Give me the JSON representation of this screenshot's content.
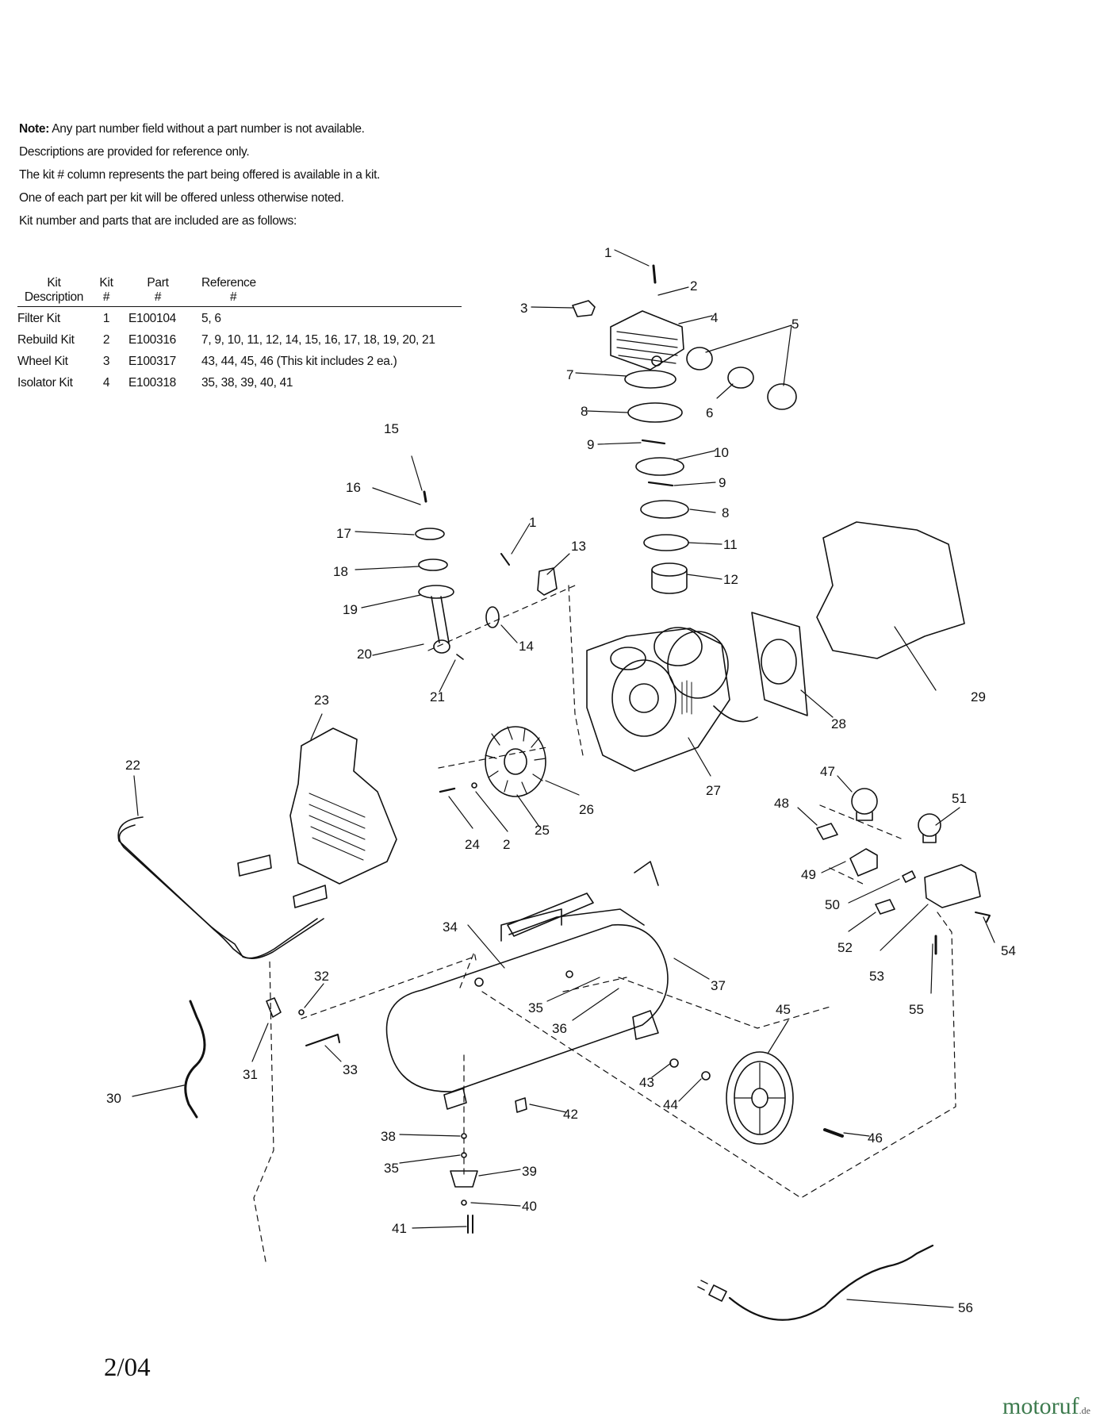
{
  "notes": {
    "lead": "Note:",
    "line1": "Any part number field without a part number is not available.",
    "line2": "Descriptions are provided for reference only.",
    "line3": "The kit # column represents the part being offered is available in a kit.",
    "line4": "One of each part per kit will be offered unless otherwise noted.",
    "line5": "Kit number and parts that are included are as follows:"
  },
  "kit_table": {
    "headers": {
      "col1_top": "Kit",
      "col1_bottom": "Description",
      "col2_top": "Kit",
      "col2_bottom": "#",
      "col3_top": "Part",
      "col3_bottom": "#",
      "col4_top": "Reference",
      "col4_bottom": "#"
    },
    "rows": [
      {
        "description": "Filter Kit",
        "kit": "1",
        "part": "E100104",
        "reference": "5, 6"
      },
      {
        "description": "Rebuild Kit",
        "kit": "2",
        "part": "E100316",
        "reference": "7, 9, 10, 11, 12, 14, 15, 16, 17, 18, 19, 20, 21"
      },
      {
        "description": "Wheel Kit",
        "kit": "3",
        "part": "E100317",
        "reference": "43, 44, 45, 46 (This kit includes 2 ea.)"
      },
      {
        "description": "Isolator Kit",
        "kit": "4",
        "part": "E100318",
        "reference": "35, 38, 39, 40, 41"
      }
    ]
  },
  "callouts": [
    "1",
    "2",
    "3",
    "4",
    "5",
    "6",
    "7",
    "8",
    "9",
    "10",
    "9",
    "8",
    "11",
    "12",
    "15",
    "16",
    "1",
    "13",
    "17",
    "18",
    "19",
    "14",
    "20",
    "21",
    "29",
    "28",
    "27",
    "23",
    "22",
    "26",
    "24",
    "2",
    "25",
    "47",
    "48",
    "51",
    "49",
    "50",
    "52",
    "53",
    "54",
    "34",
    "37",
    "32",
    "35",
    "36",
    "31",
    "33",
    "30",
    "55",
    "45",
    "43",
    "44",
    "42",
    "38",
    "46",
    "35",
    "39",
    "40",
    "41",
    "56"
  ],
  "footer": {
    "date": "2/04"
  },
  "watermark": {
    "name": "motoruf",
    "tld": ".de"
  }
}
